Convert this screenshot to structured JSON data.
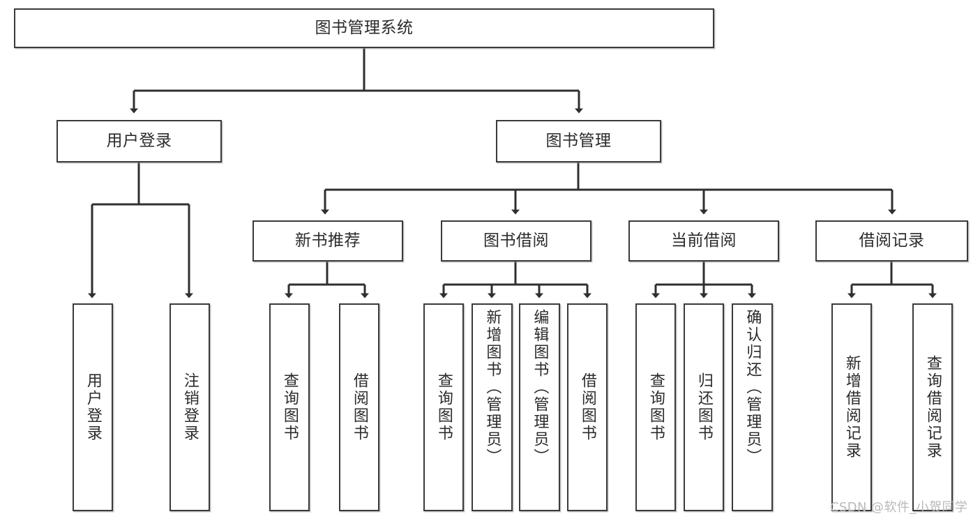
{
  "diagram": {
    "type": "tree-hierarchy-chart",
    "title_node": {
      "id": "root",
      "label": "图书管理系统"
    },
    "level2": [
      {
        "id": "user-login",
        "label": "用户登录"
      },
      {
        "id": "book-manage",
        "label": "图书管理"
      }
    ],
    "level3": [
      {
        "id": "new-book-recommend",
        "label": "新书推荐"
      },
      {
        "id": "book-borrow",
        "label": "图书借阅"
      },
      {
        "id": "current-borrow",
        "label": "当前借阅"
      },
      {
        "id": "borrow-record",
        "label": "借阅记录"
      }
    ],
    "leaves": {
      "user_login": [
        {
          "id": "leaf-user-login",
          "label": "用户登录"
        },
        {
          "id": "leaf-logout",
          "label": "注销登录"
        }
      ],
      "new_book_recommend": [
        {
          "id": "leaf-query-book-1",
          "label": "查询图书"
        },
        {
          "id": "leaf-borrow-book-1",
          "label": "借阅图书"
        }
      ],
      "book_borrow": [
        {
          "id": "leaf-query-book-2",
          "label": "查询图书"
        },
        {
          "id": "leaf-add-book",
          "label": "新增图书（管理员）"
        },
        {
          "id": "leaf-edit-book",
          "label": "编辑图书（管理员）"
        },
        {
          "id": "leaf-borrow-book-2",
          "label": "借阅图书"
        }
      ],
      "current_borrow": [
        {
          "id": "leaf-query-book-3",
          "label": "查询图书"
        },
        {
          "id": "leaf-return-book",
          "label": "归还图书"
        },
        {
          "id": "leaf-confirm-return",
          "label": "确认归还（管理员）"
        }
      ],
      "borrow_record": [
        {
          "id": "leaf-add-record",
          "label": "新增借阅记录"
        },
        {
          "id": "leaf-query-record",
          "label": "查询借阅记录"
        }
      ]
    },
    "colors": {
      "border": "#3a3a3a",
      "text": "#2b2b2b",
      "background": "#ffffff",
      "connector": "#2f2f2f",
      "watermark": "#b9b9b9"
    }
  },
  "watermark": {
    "text": "CSDN @软件_小贺同学"
  }
}
